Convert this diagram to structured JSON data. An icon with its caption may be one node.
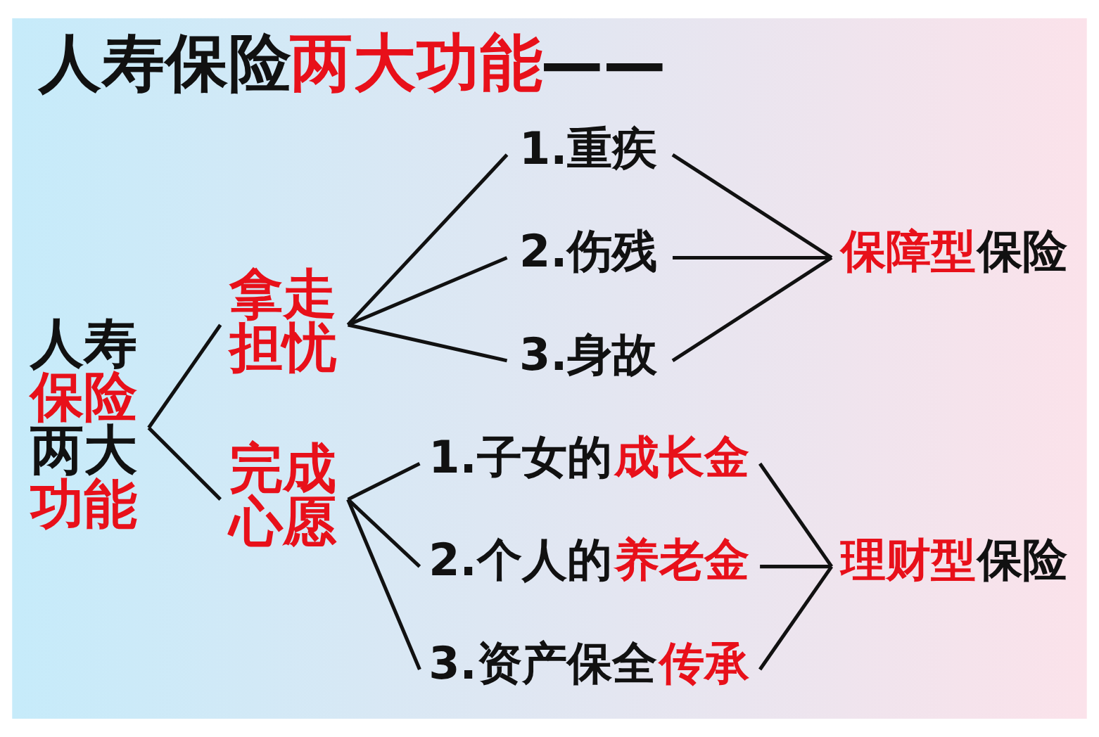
{
  "diagram": {
    "title": "人寿保险**两大功能**——",
    "nodes": [
      {
        "text": [
          "人寿**保险**两大**功能**"
        ]
      },
      {
        "text": [
          "拿走担忧"
        ]
      },
      {
        "text": [
          "完成心愿"
        ]
      },
      {
        "text": [
          "1.重疾"
        ]
      },
      {
        "text": [
          "2.伤残"
        ]
      },
      {
        "text": [
          "3.身故"
        ]
      },
      {
        "text": [
          "**保障型**保险"
        ]
      },
      {
        "text": [
          "1.子女的**成长金**"
        ]
      },
      {
        "text": [
          "2.个人的**养老金**"
        ]
      },
      {
        "text": [
          "3.资产保全**传承**"
        ]
      },
      {
        "text": [
          "**理财型**保险"
        ]
      }
    ],
    "edges": [
      {
        "from": 0,
        "to": 1,
        "arrow": "none"
      },
      {
        "from": 0,
        "to": 2,
        "arrow": "none"
      },
      {
        "from": 1,
        "to": 3,
        "arrow": "none"
      },
      {
        "from": 1,
        "to": 4,
        "arrow": "none"
      },
      {
        "from": 1,
        "to": 5,
        "arrow": "none"
      },
      {
        "from": 3,
        "to": 6,
        "arrow": "none"
      },
      {
        "from": 4,
        "to": 6,
        "arrow": "none"
      },
      {
        "from": 5,
        "to": 6,
        "arrow": "none"
      },
      {
        "from": 2,
        "to": 7,
        "arrow": "none"
      },
      {
        "from": 2,
        "to": 8,
        "arrow": "none"
      },
      {
        "from": 2,
        "to": 9,
        "arrow": "none"
      },
      {
        "from": 7,
        "to": 10,
        "arrow": "none"
      },
      {
        "from": 8,
        "to": 10,
        "arrow": "none"
      },
      {
        "from": 9,
        "to": 10,
        "arrow": "none"
      }
    ]
  }
}
